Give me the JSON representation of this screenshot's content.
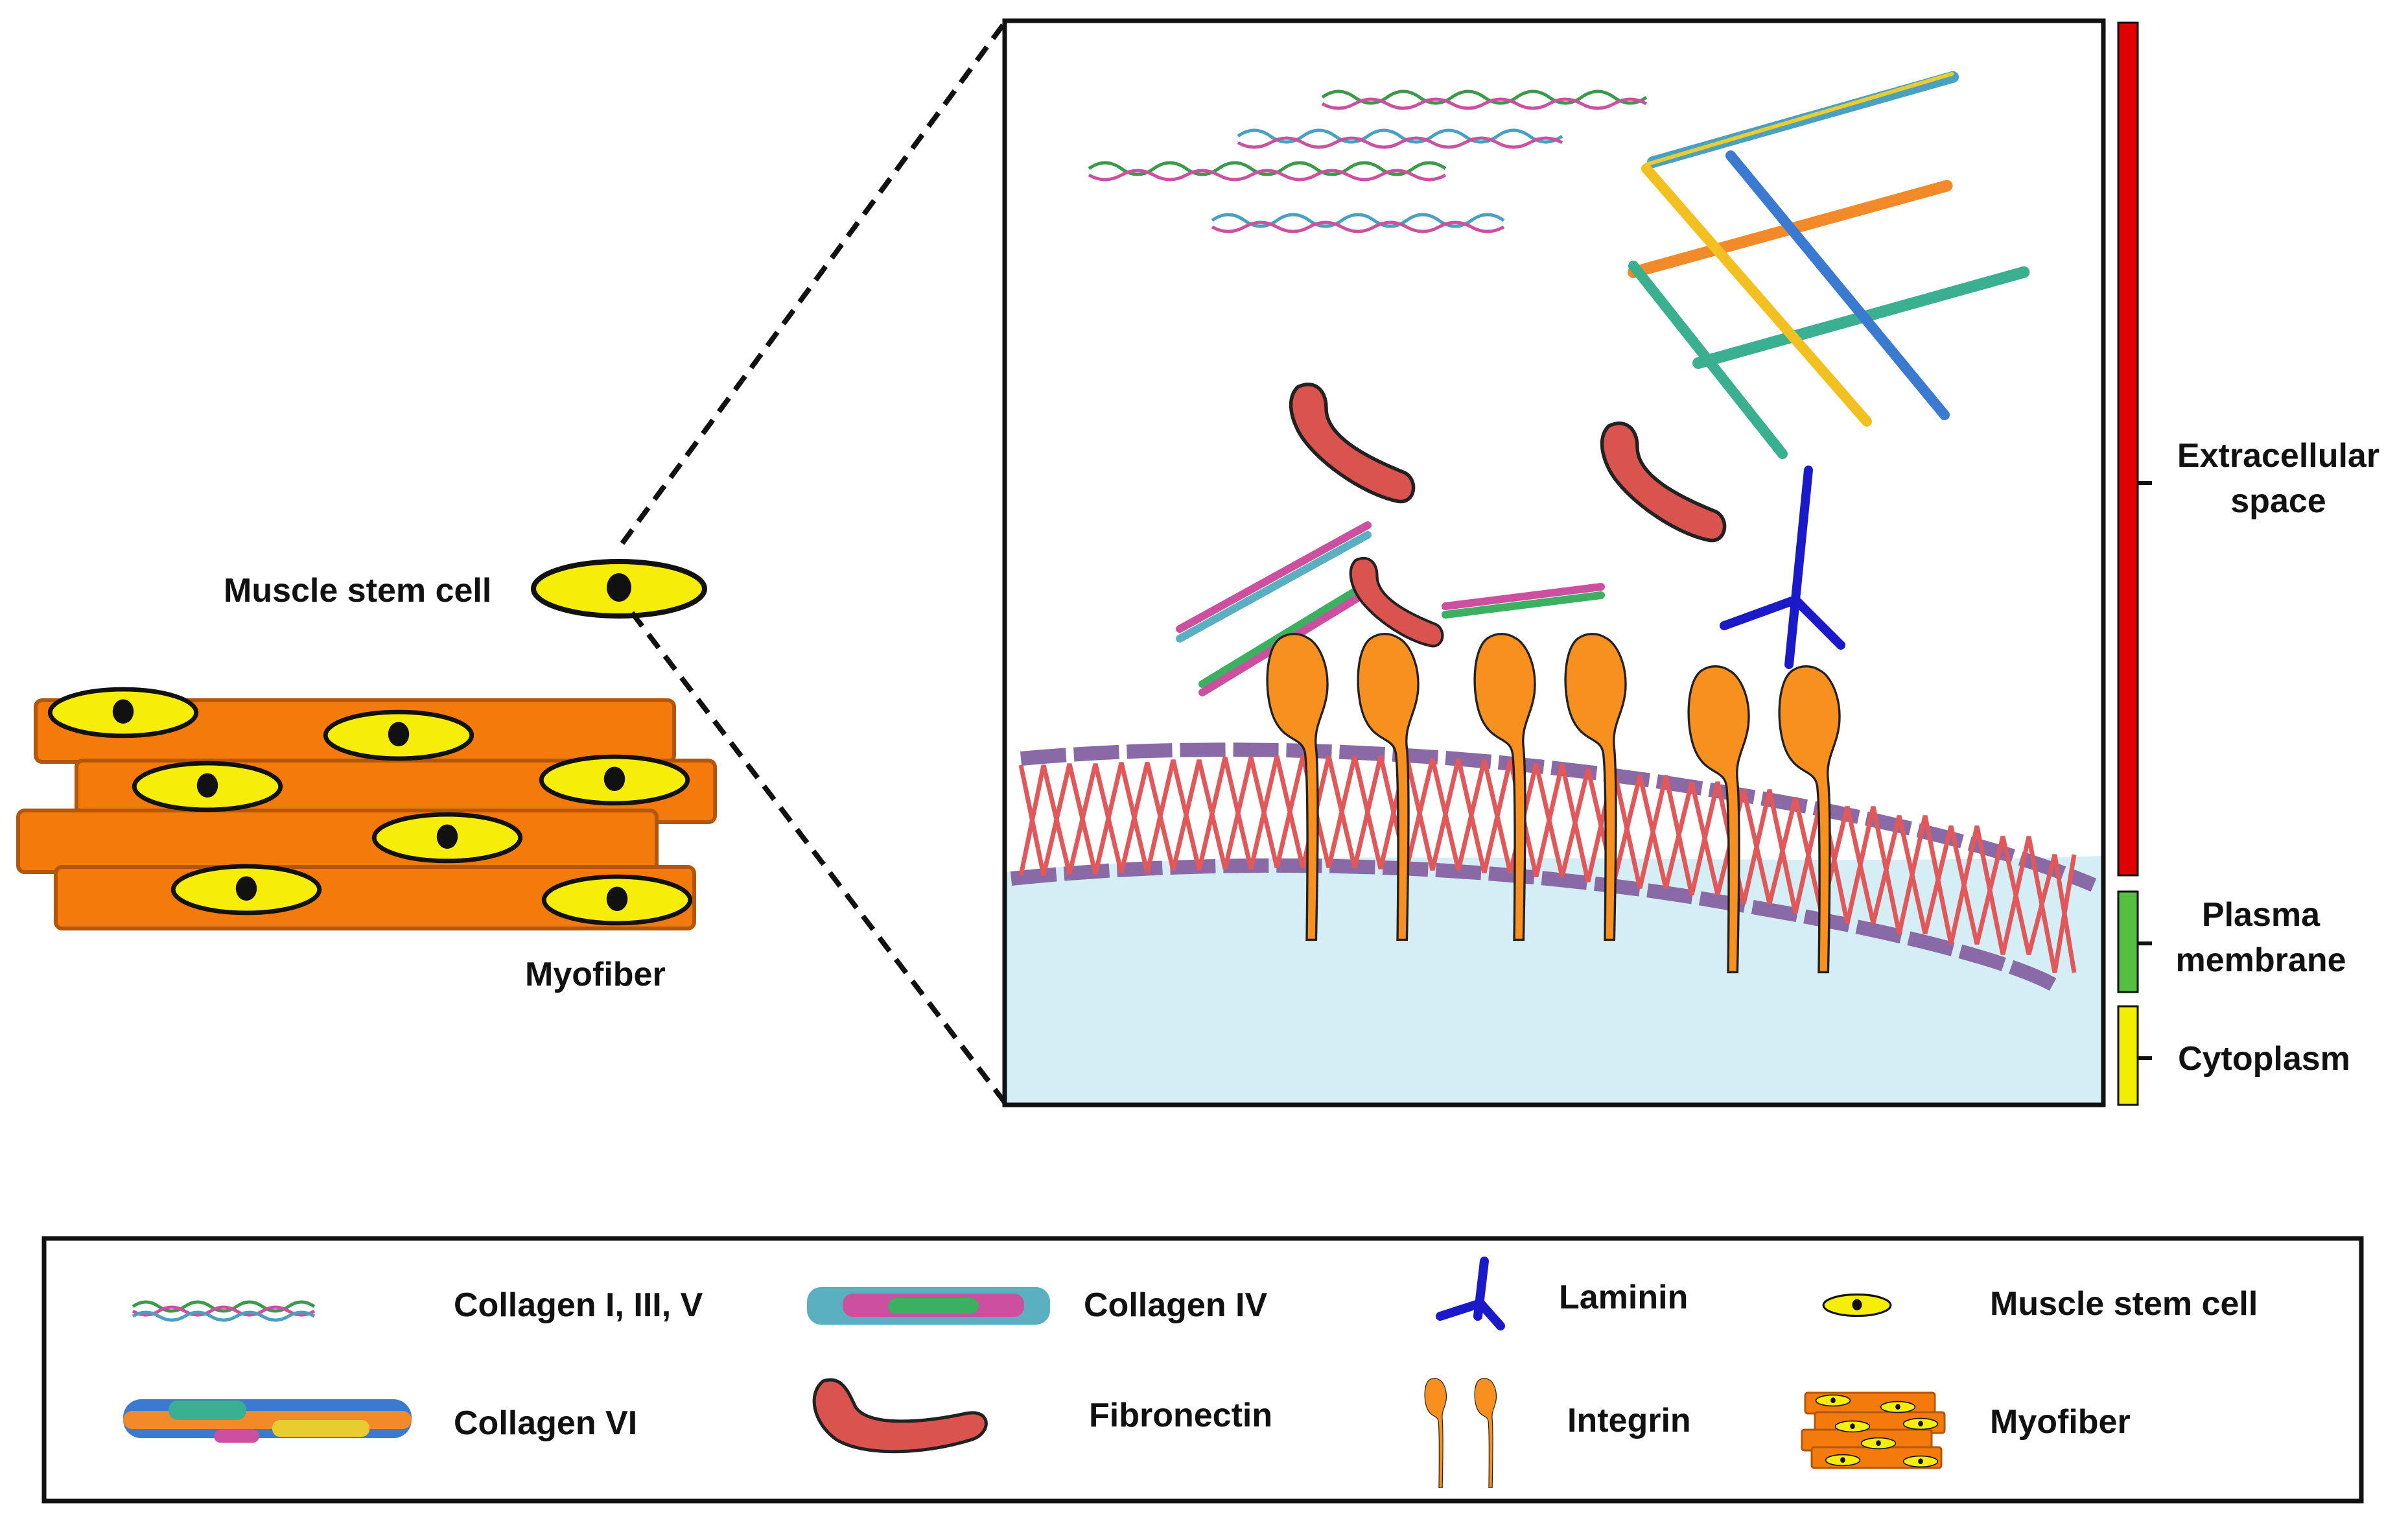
{
  "left": {
    "stem_cell_label": "Muscle stem cell",
    "myofiber_label": "Myofiber"
  },
  "regions": {
    "extracellular_line1": "Extracellular",
    "extracellular_line2": "space",
    "membrane_line1": "Plasma",
    "membrane_line2": "membrane",
    "cytoplasm": "Cytoplasm"
  },
  "legend": {
    "collagen_1_3_5": "Collagen I, III, V",
    "collagen_4": "Collagen IV",
    "laminin": "Laminin",
    "muscle_stem_cell": "Muscle stem cell",
    "collagen_6": "Collagen VI",
    "fibronectin": "Fibronectin",
    "integrin": "Integrin",
    "myofiber": "Myofiber"
  },
  "colors": {
    "myofiber": "#f47b0b",
    "cell": "#f6ee08",
    "integrin": "#f7901e",
    "fibronectin": "#d9534f",
    "laminin": "#1a1ac8",
    "cytoplasm": "#d5edf5",
    "membrane_purple": "#8a6aa6",
    "membrane_red": "#e0585a",
    "bar_extracellular": "#e00000",
    "bar_membrane": "#55c040",
    "bar_cytoplasm": "#f2ee00"
  },
  "icons": [
    "collagen-i-iii-v-icon",
    "collagen-iv-icon",
    "collagen-vi-icon",
    "fibronectin-icon",
    "laminin-icon",
    "integrin-icon",
    "muscle-stem-cell-icon",
    "myofiber-icon"
  ]
}
